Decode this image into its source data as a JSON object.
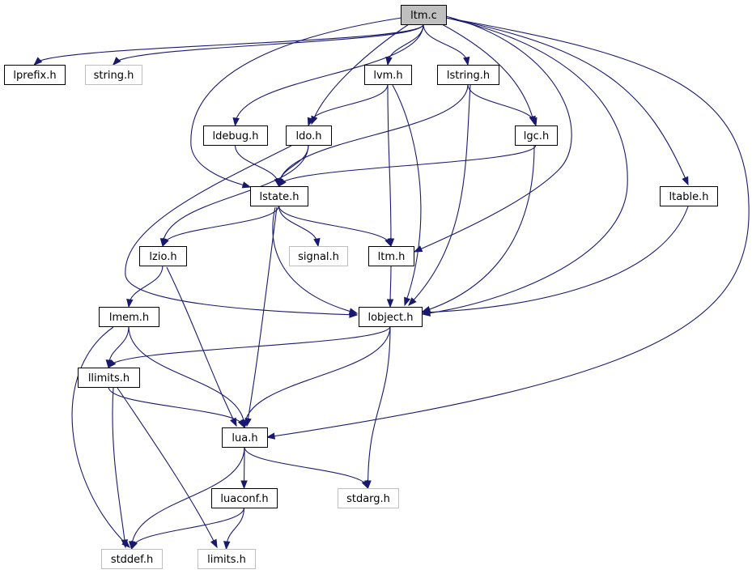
{
  "graph": {
    "nodes": [
      {
        "id": "ltm_c",
        "label": "ltm.c",
        "kind": "root"
      },
      {
        "id": "lprefix_h",
        "label": "lprefix.h",
        "kind": "local"
      },
      {
        "id": "string_h",
        "label": "string.h",
        "kind": "system"
      },
      {
        "id": "lvm_h",
        "label": "lvm.h",
        "kind": "local"
      },
      {
        "id": "lstring_h",
        "label": "lstring.h",
        "kind": "local"
      },
      {
        "id": "ldebug_h",
        "label": "ldebug.h",
        "kind": "local"
      },
      {
        "id": "ldo_h",
        "label": "ldo.h",
        "kind": "local"
      },
      {
        "id": "lgc_h",
        "label": "lgc.h",
        "kind": "local"
      },
      {
        "id": "lstate_h",
        "label": "lstate.h",
        "kind": "local"
      },
      {
        "id": "ltable_h",
        "label": "ltable.h",
        "kind": "local"
      },
      {
        "id": "lzio_h",
        "label": "lzio.h",
        "kind": "local"
      },
      {
        "id": "signal_h",
        "label": "signal.h",
        "kind": "system"
      },
      {
        "id": "ltm_h",
        "label": "ltm.h",
        "kind": "local"
      },
      {
        "id": "lmem_h",
        "label": "lmem.h",
        "kind": "local"
      },
      {
        "id": "lobject_h",
        "label": "lobject.h",
        "kind": "local"
      },
      {
        "id": "llimits_h",
        "label": "llimits.h",
        "kind": "local"
      },
      {
        "id": "lua_h",
        "label": "lua.h",
        "kind": "local"
      },
      {
        "id": "luaconf_h",
        "label": "luaconf.h",
        "kind": "local"
      },
      {
        "id": "stdarg_h",
        "label": "stdarg.h",
        "kind": "system"
      },
      {
        "id": "stddef_h",
        "label": "stddef.h",
        "kind": "system"
      },
      {
        "id": "limits_h",
        "label": "limits.h",
        "kind": "system"
      }
    ],
    "edges": [
      {
        "from": "ltm_c",
        "to": "lprefix_h"
      },
      {
        "from": "ltm_c",
        "to": "string_h"
      },
      {
        "from": "ltm_c",
        "to": "ldebug_h"
      },
      {
        "from": "ltm_c",
        "to": "ldo_h"
      },
      {
        "from": "ltm_c",
        "to": "lvm_h"
      },
      {
        "from": "ltm_c",
        "to": "lstring_h"
      },
      {
        "from": "ltm_c",
        "to": "lgc_h"
      },
      {
        "from": "ltm_c",
        "to": "lstate_h"
      },
      {
        "from": "ltm_c",
        "to": "ltm_h"
      },
      {
        "from": "ltm_c",
        "to": "lobject_h"
      },
      {
        "from": "ltm_c",
        "to": "ltable_h"
      },
      {
        "from": "ltm_c",
        "to": "lua_h"
      },
      {
        "from": "lvm_h",
        "to": "ldo_h"
      },
      {
        "from": "lvm_h",
        "to": "ltm_h"
      },
      {
        "from": "lvm_h",
        "to": "lobject_h"
      },
      {
        "from": "lstring_h",
        "to": "lgc_h"
      },
      {
        "from": "lstring_h",
        "to": "lstate_h"
      },
      {
        "from": "lstring_h",
        "to": "lobject_h"
      },
      {
        "from": "ldebug_h",
        "to": "lstate_h"
      },
      {
        "from": "ldo_h",
        "to": "lstate_h"
      },
      {
        "from": "ldo_h",
        "to": "lzio_h"
      },
      {
        "from": "ldo_h",
        "to": "lobject_h"
      },
      {
        "from": "lgc_h",
        "to": "lstate_h"
      },
      {
        "from": "lgc_h",
        "to": "lobject_h"
      },
      {
        "from": "lstate_h",
        "to": "lzio_h"
      },
      {
        "from": "lstate_h",
        "to": "signal_h"
      },
      {
        "from": "lstate_h",
        "to": "ltm_h"
      },
      {
        "from": "lstate_h",
        "to": "lobject_h"
      },
      {
        "from": "lstate_h",
        "to": "lua_h"
      },
      {
        "from": "ltable_h",
        "to": "lobject_h"
      },
      {
        "from": "lzio_h",
        "to": "lmem_h"
      },
      {
        "from": "lzio_h",
        "to": "lua_h"
      },
      {
        "from": "ltm_h",
        "to": "lobject_h"
      },
      {
        "from": "lmem_h",
        "to": "llimits_h"
      },
      {
        "from": "lmem_h",
        "to": "lua_h"
      },
      {
        "from": "lmem_h",
        "to": "stddef_h"
      },
      {
        "from": "lobject_h",
        "to": "llimits_h"
      },
      {
        "from": "lobject_h",
        "to": "lua_h"
      },
      {
        "from": "lobject_h",
        "to": "stdarg_h"
      },
      {
        "from": "llimits_h",
        "to": "lua_h"
      },
      {
        "from": "llimits_h",
        "to": "stddef_h"
      },
      {
        "from": "llimits_h",
        "to": "limits_h"
      },
      {
        "from": "lua_h",
        "to": "luaconf_h"
      },
      {
        "from": "lua_h",
        "to": "stdarg_h"
      },
      {
        "from": "lua_h",
        "to": "stddef_h"
      },
      {
        "from": "luaconf_h",
        "to": "stddef_h"
      },
      {
        "from": "luaconf_h",
        "to": "limits_h"
      }
    ]
  },
  "colors": {
    "edge": "#191970",
    "node_border": "#000000",
    "system_border": "#bfbfbf",
    "root_fill": "#bfbfbf"
  }
}
